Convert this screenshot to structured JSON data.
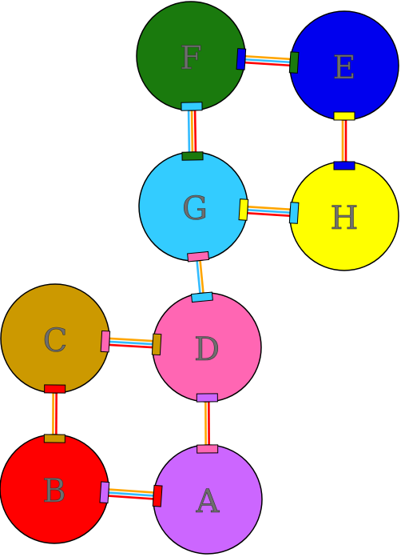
{
  "nodes": [
    {
      "id": "A",
      "label": "A",
      "color": "#cc66ff"
    },
    {
      "id": "B",
      "label": "B",
      "color": "#ff0000"
    },
    {
      "id": "C",
      "label": "C",
      "color": "#cc9900"
    },
    {
      "id": "D",
      "label": "D",
      "color": "#ff66b3"
    },
    {
      "id": "E",
      "label": "E",
      "color": "#0000ee"
    },
    {
      "id": "F",
      "label": "F",
      "color": "#1a7a0d"
    },
    {
      "id": "G",
      "label": "G",
      "color": "#33ccff"
    },
    {
      "id": "H",
      "label": "H",
      "color": "#ffff00"
    }
  ],
  "edges": [
    {
      "from": "B",
      "to": "A",
      "colors": [
        "#ffa500",
        "#33bbff",
        "#ff0000"
      ]
    },
    {
      "from": "C",
      "to": "B",
      "colors": [
        "#ff0000",
        "#ffa500"
      ]
    },
    {
      "from": "C",
      "to": "D",
      "colors": [
        "#ffa500",
        "#33bbff",
        "#ff0000"
      ]
    },
    {
      "from": "D",
      "to": "A",
      "colors": [
        "#ff0000",
        "#ffa500"
      ]
    },
    {
      "from": "G",
      "to": "D",
      "colors": [
        "#ffa500",
        "#33bbff"
      ]
    },
    {
      "from": "G",
      "to": "H",
      "colors": [
        "#ffa500",
        "#33bbff",
        "#ff0000"
      ]
    },
    {
      "from": "F",
      "to": "G",
      "colors": [
        "#ff0000",
        "#ffa500",
        "#33bbff"
      ]
    },
    {
      "from": "F",
      "to": "E",
      "colors": [
        "#ffa500",
        "#33bbff",
        "#ff0000"
      ]
    },
    {
      "from": "E",
      "to": "H",
      "colors": [
        "#ff0000",
        "#ffa500"
      ]
    }
  ]
}
